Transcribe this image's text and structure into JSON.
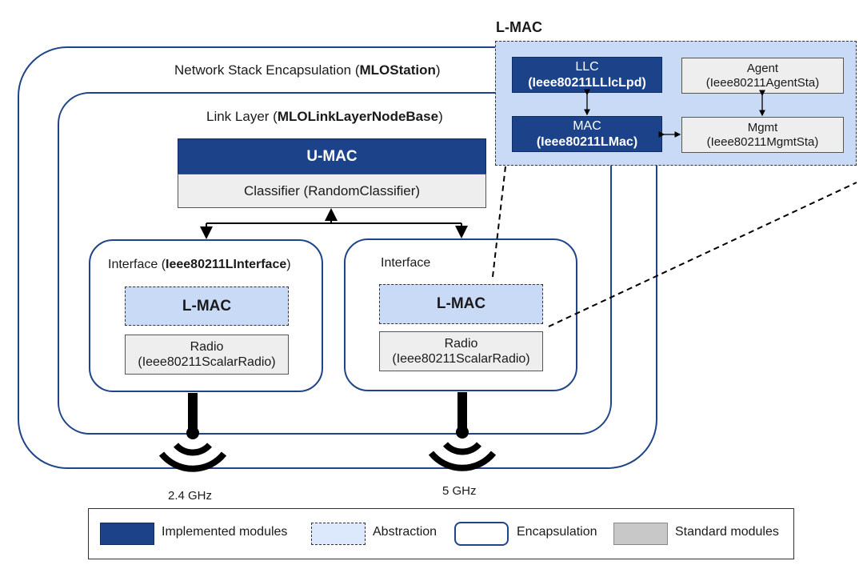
{
  "station": {
    "prefix": "Network Stack Encapsulation (",
    "name": "MLOStation",
    "suffix": ")"
  },
  "link_layer": {
    "prefix": "Link Layer (",
    "name": "MLOLinkLayerNodeBase",
    "suffix": ")"
  },
  "umac": {
    "title": "U-MAC",
    "classifier": "Classifier (RandomClassifier)"
  },
  "interface_left": {
    "prefix": "Interface (",
    "name": "Ieee80211LInterface",
    "suffix": ")",
    "lmac": "L-MAC",
    "radio_line1": "Radio",
    "radio_line2": "(Ieee80211ScalarRadio)",
    "frequency": "2.4 GHz"
  },
  "interface_right": {
    "label": "Interface",
    "lmac": "L-MAC",
    "radio_line1": "Radio",
    "radio_line2": "(Ieee80211ScalarRadio)",
    "frequency": "5 GHz"
  },
  "lmac_detail": {
    "title": "L-MAC",
    "llc_line1": "LLC",
    "llc_line2": "(Ieee80211LLlcLpd)",
    "agent_line1": "Agent",
    "agent_line2": "(Ieee80211AgentSta)",
    "mac_line1": "MAC",
    "mac_line2": "(Ieee80211LMac)",
    "mgmt_line1": "Mgmt",
    "mgmt_line2": "(Ieee80211MgmtSta)"
  },
  "legend": {
    "implemented": "Implemented modules",
    "abstraction": "Abstraction",
    "encapsulation": "Encapsulation",
    "standard": "Standard modules"
  },
  "colors": {
    "implemented": "#1c4389",
    "abstraction": "#c9daf6",
    "encapsulation_border": "#1f4588",
    "standard": "#eeeeee",
    "lmac_detail_bg": "#c9daf6"
  }
}
